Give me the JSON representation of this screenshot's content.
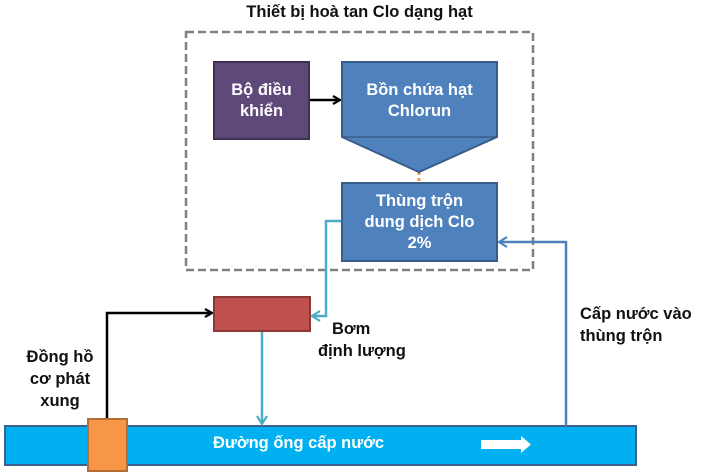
{
  "diagram": {
    "title": "Thiết bị hoà tan Clo dạng hạt",
    "nodes": {
      "controller": {
        "label": "Bộ điều khiển",
        "color": "#5f497a"
      },
      "tank": {
        "label": "Bồn chứa hạt Chlorun",
        "color": "#4f81bd"
      },
      "mixer": {
        "label_line1": "Thùng trộn",
        "label_line2": "dung dịch Clo",
        "label_line3": "2%",
        "color": "#4f81bd"
      },
      "pump": {
        "label_line1": "Bơm",
        "label_line2": "định lượng",
        "color": "#c0504d"
      },
      "meter": {
        "label_line1": "Đồng hồ",
        "label_line2": "cơ phát",
        "label_line3": "xung",
        "color": "#f79646"
      },
      "pipe": {
        "label": "Đường ống cấp nước",
        "color": "#00b0f0"
      }
    },
    "supply_label_line1": "Cấp nước vào",
    "supply_label_line2": "thùng trộn",
    "edges": [
      {
        "from": "controller",
        "to": "tank",
        "color": "#000000"
      },
      {
        "from": "tank",
        "to": "mixer",
        "color": "#f79646"
      },
      {
        "from": "mixer",
        "to": "pump",
        "color": "#4bacc6"
      },
      {
        "from": "meter",
        "to": "pump",
        "color": "#000000"
      },
      {
        "from": "pump",
        "to": "pipe",
        "color": "#4bacc6"
      },
      {
        "from": "pipe",
        "to": "mixer",
        "color": "#4f81bd"
      }
    ]
  }
}
